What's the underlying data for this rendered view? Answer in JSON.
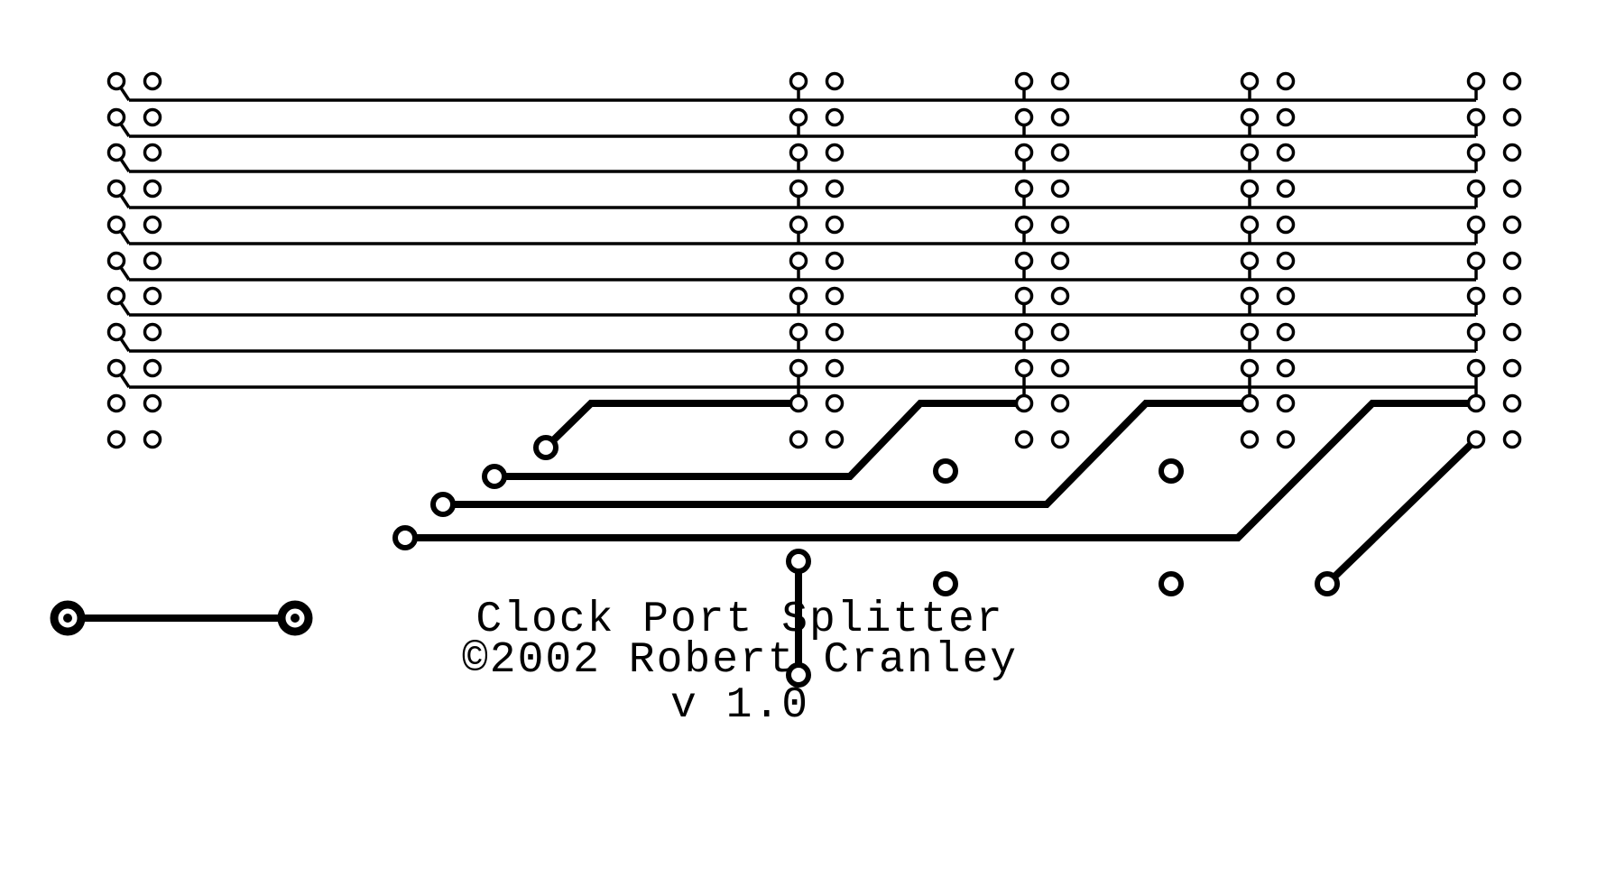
{
  "board": {
    "title_line": "Clock Port Splitter",
    "copyright_line": "©2002 Robert Cranley",
    "version_line": "v 1.0",
    "colors": {
      "copper": "#000000",
      "background": "#ffffff"
    }
  }
}
